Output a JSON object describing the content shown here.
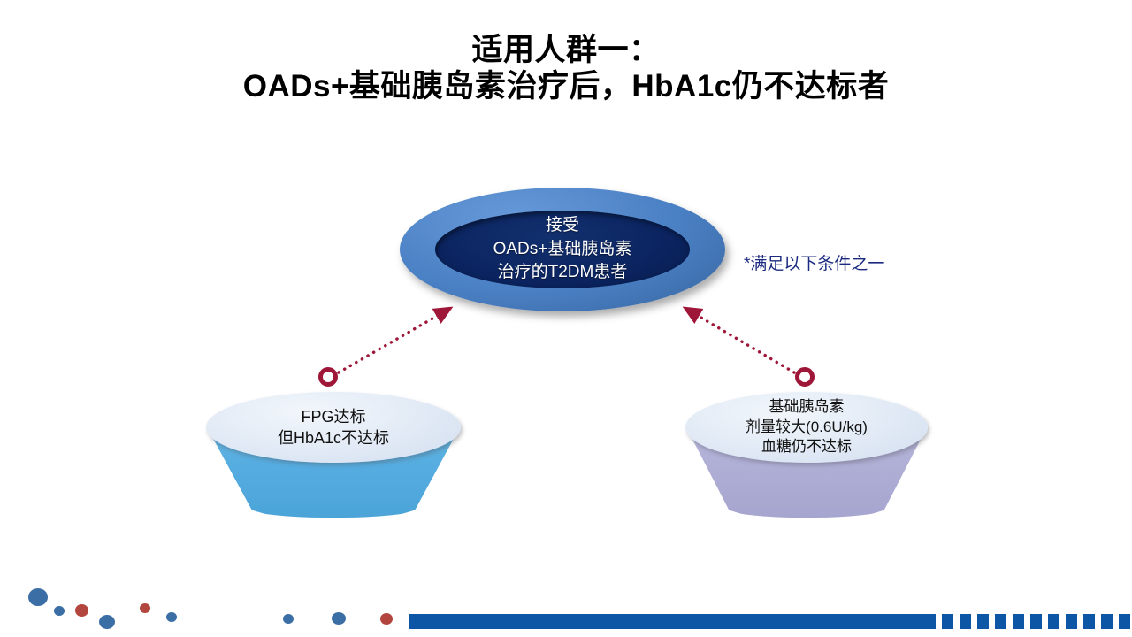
{
  "slide": {
    "title": {
      "line1": "适用人群一：",
      "line2": "OADs+基础胰岛素治疗后，HbA1c仍不达标者"
    },
    "center_node": {
      "name": "central-population-ellipse",
      "lines": [
        "接受",
        "OADs+基础胰岛素",
        "治疗的T2DM患者"
      ],
      "outer_color": "#4a80c4",
      "inner_color": "#0b2460",
      "text_color": "#ffffff"
    },
    "side_note": {
      "text": "*满足以下条件之一",
      "color": "#1b2a80"
    },
    "conditions": [
      {
        "id": "condition-left",
        "lines": [
          "FPG达标",
          "但HbA1c不达标"
        ],
        "top_color": "#e4ecf6",
        "body_color": "#55ace0"
      },
      {
        "id": "condition-right",
        "lines": [
          "基础胰岛素",
          "剂量较大(0.6U/kg)",
          "血糖仍不达标"
        ],
        "top_color": "#e4ecf6",
        "body_color": "#aeadd4"
      }
    ],
    "connectors": {
      "color": "#9e1638",
      "style": "dotted-arrow",
      "count": 2
    },
    "footer_decoration": {
      "bar_color": "#0d56a6",
      "dot_blue": "#3a6ea5",
      "dot_red": "#b2463f",
      "dash_count": 11
    }
  }
}
